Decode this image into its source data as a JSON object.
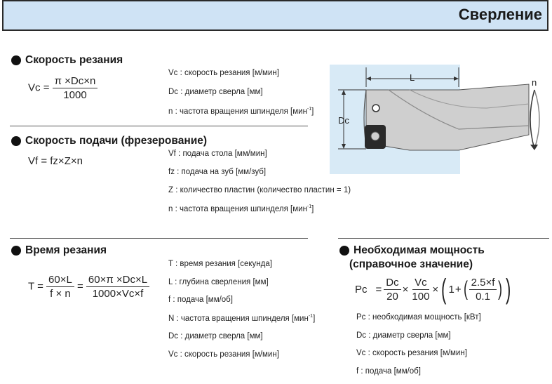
{
  "header": {
    "title": "Сверление"
  },
  "cutting_speed": {
    "title": "Скорость резания",
    "lhs": "Vc",
    "eq": "=",
    "numerator": "π ×Dc×n",
    "denominator": "1000",
    "defs": [
      "Vc : скорость резания [м/мин]",
      "Dc : диаметр сверла [мм]",
      "n   : частота вращения шпинделя [мин"
    ],
    "sup_minus_one": "-1",
    "bracket_close": "]"
  },
  "feed_speed": {
    "title": "Скорость подачи (фрезерование)",
    "formula": "Vf = fz×Z×n",
    "defs": [
      "Vf : подача стола [мм/мин]",
      "fz  : подача на зуб [мм/зуб]",
      "Z   : количество пластин (количество пластин = 1)",
      "n   : частота вращения шпинделя [мин"
    ],
    "sup_minus_one": "-1",
    "bracket_close": "]"
  },
  "cutting_time": {
    "title": "Время резания",
    "lhs": "T",
    "eq": "=",
    "frac1_num": "60×L",
    "frac1_den": "f × n",
    "frac2_num": "60×π ×Dc×L",
    "frac2_den": "1000×Vc×f",
    "defs": [
      "T   : время резания [секунда]",
      "L   : глубина сверления [мм]",
      "f    : подача [мм/об]",
      "N   : частота вращения шпинделя [мин",
      "Dc : диаметр сверла [мм]",
      "Vc : скорость резания [м/мин]"
    ],
    "sup_minus_one": "-1",
    "bracket_close": "]"
  },
  "power": {
    "title_line1": "Необходимая мощность",
    "title_line2": "(справочное значение)",
    "lhs": "Pc",
    "eq": "=",
    "frac1_num": "Dc",
    "frac1_den": "20",
    "times": "×",
    "frac2_num": "Vc",
    "frac2_den": "100",
    "open1": "(",
    "one": "1",
    "plus": "+",
    "open2": "(",
    "frac3_num": "2.5×f",
    "frac3_den": "0.1",
    "close2": ")",
    "close1": ")",
    "defs": [
      "Pc : необходимая мощность  [кВт]",
      "Dc : диаметр сверла [мм]",
      "Vc : скорость резания [м/мин]",
      "f    : подача [мм/об]"
    ]
  },
  "diagram": {
    "label_L": "L",
    "label_Dc": "Dc",
    "label_n": "n",
    "colors": {
      "bg": "#d8eaf6",
      "tool": "#cfcfcf",
      "dark": "#333333"
    }
  }
}
